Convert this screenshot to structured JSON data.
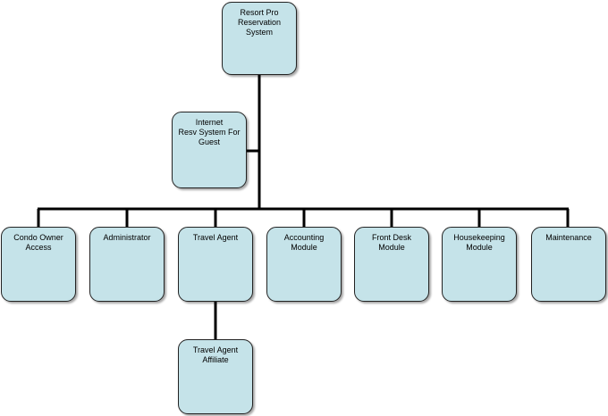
{
  "diagram": {
    "nodes": [
      {
        "id": "root",
        "label": "Resort Pro\nReservation\nSystem"
      },
      {
        "id": "internet",
        "label": "Internet\nResv System For\nGuest"
      },
      {
        "id": "condo",
        "label": "Condo Owner\nAccess"
      },
      {
        "id": "admin",
        "label": "Administrator"
      },
      {
        "id": "travel",
        "label": "Travel Agent"
      },
      {
        "id": "account",
        "label": "Accounting\nModule"
      },
      {
        "id": "frontdesk",
        "label": "Front Desk\nModule"
      },
      {
        "id": "housekeep",
        "label": "Housekeeping\nModule"
      },
      {
        "id": "maint",
        "label": "Maintenance"
      },
      {
        "id": "affiliate",
        "label": "Travel Agent\nAffiliate"
      }
    ],
    "edges": [
      [
        "root",
        "internet"
      ],
      [
        "root",
        "condo"
      ],
      [
        "root",
        "admin"
      ],
      [
        "root",
        "travel"
      ],
      [
        "root",
        "account"
      ],
      [
        "root",
        "frontdesk"
      ],
      [
        "root",
        "housekeep"
      ],
      [
        "root",
        "maint"
      ],
      [
        "travel",
        "affiliate"
      ]
    ],
    "colors": {
      "node_fill": "#c5e3e9",
      "line": "#000000"
    }
  }
}
